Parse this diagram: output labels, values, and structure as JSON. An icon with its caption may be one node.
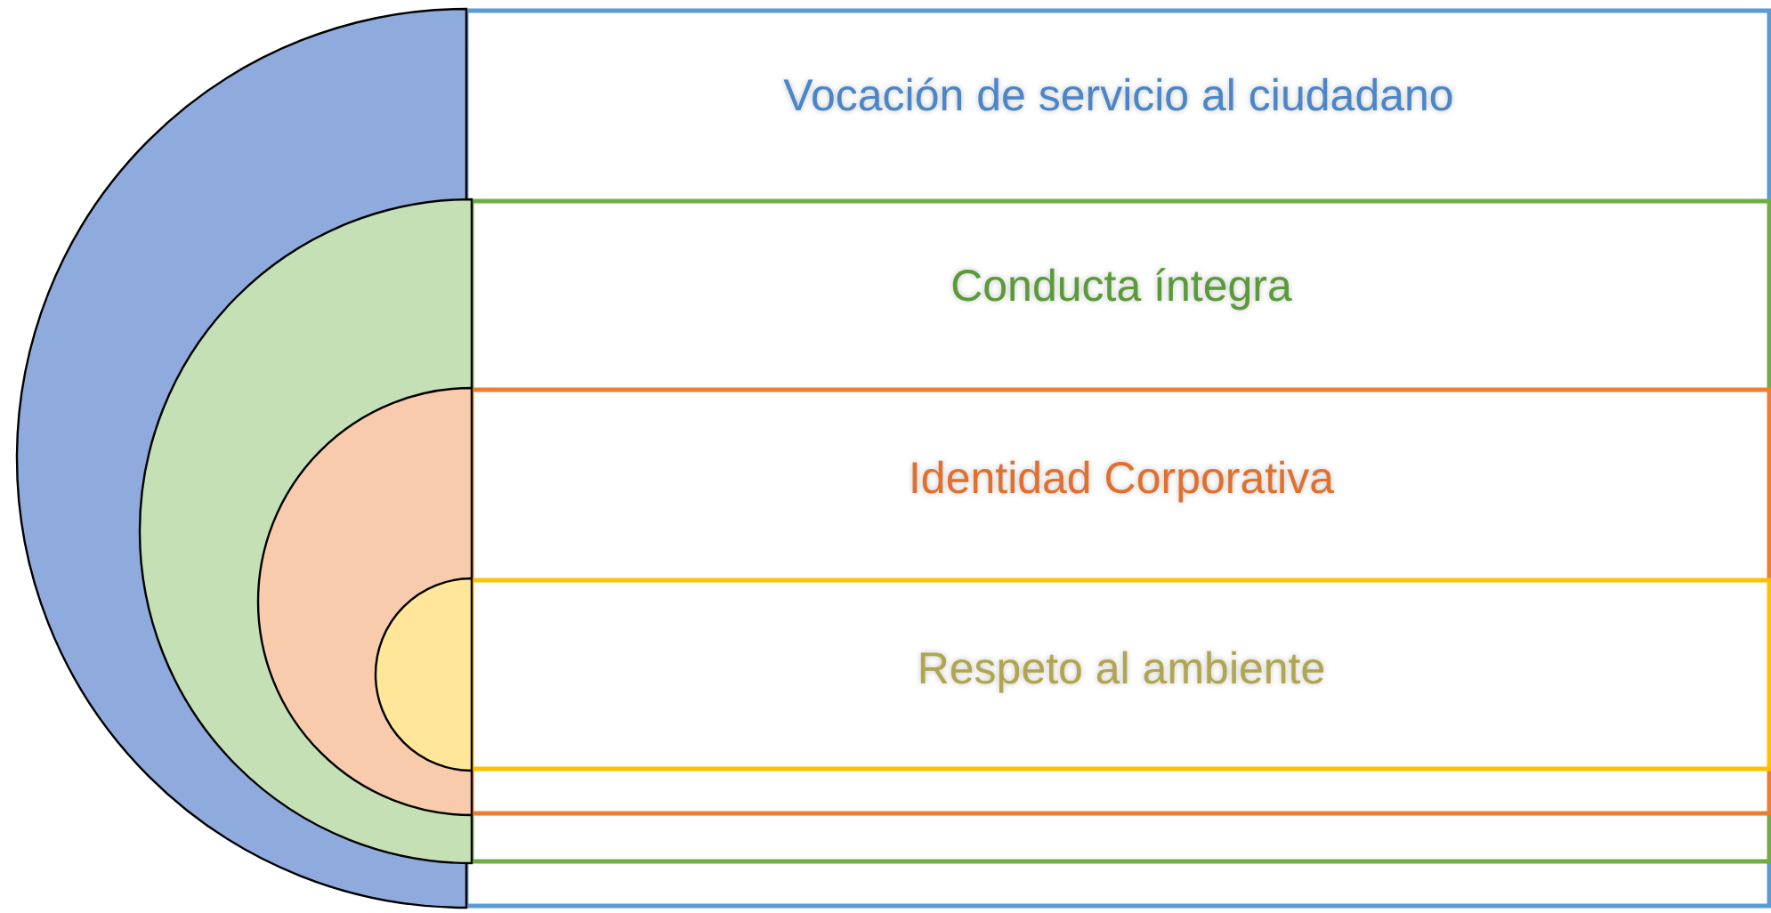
{
  "diagram": {
    "nodes": [
      {
        "text": [
          "Vocación de servicio al ciudadano"
        ]
      },
      {
        "text": [
          "Conducta íntegra"
        ],
        "in": 0
      },
      {
        "text": [
          "Identidad Corporativa"
        ],
        "in": 1
      },
      {
        "text": [
          "Respeto al ambiente"
        ],
        "in": 2
      }
    ]
  }
}
